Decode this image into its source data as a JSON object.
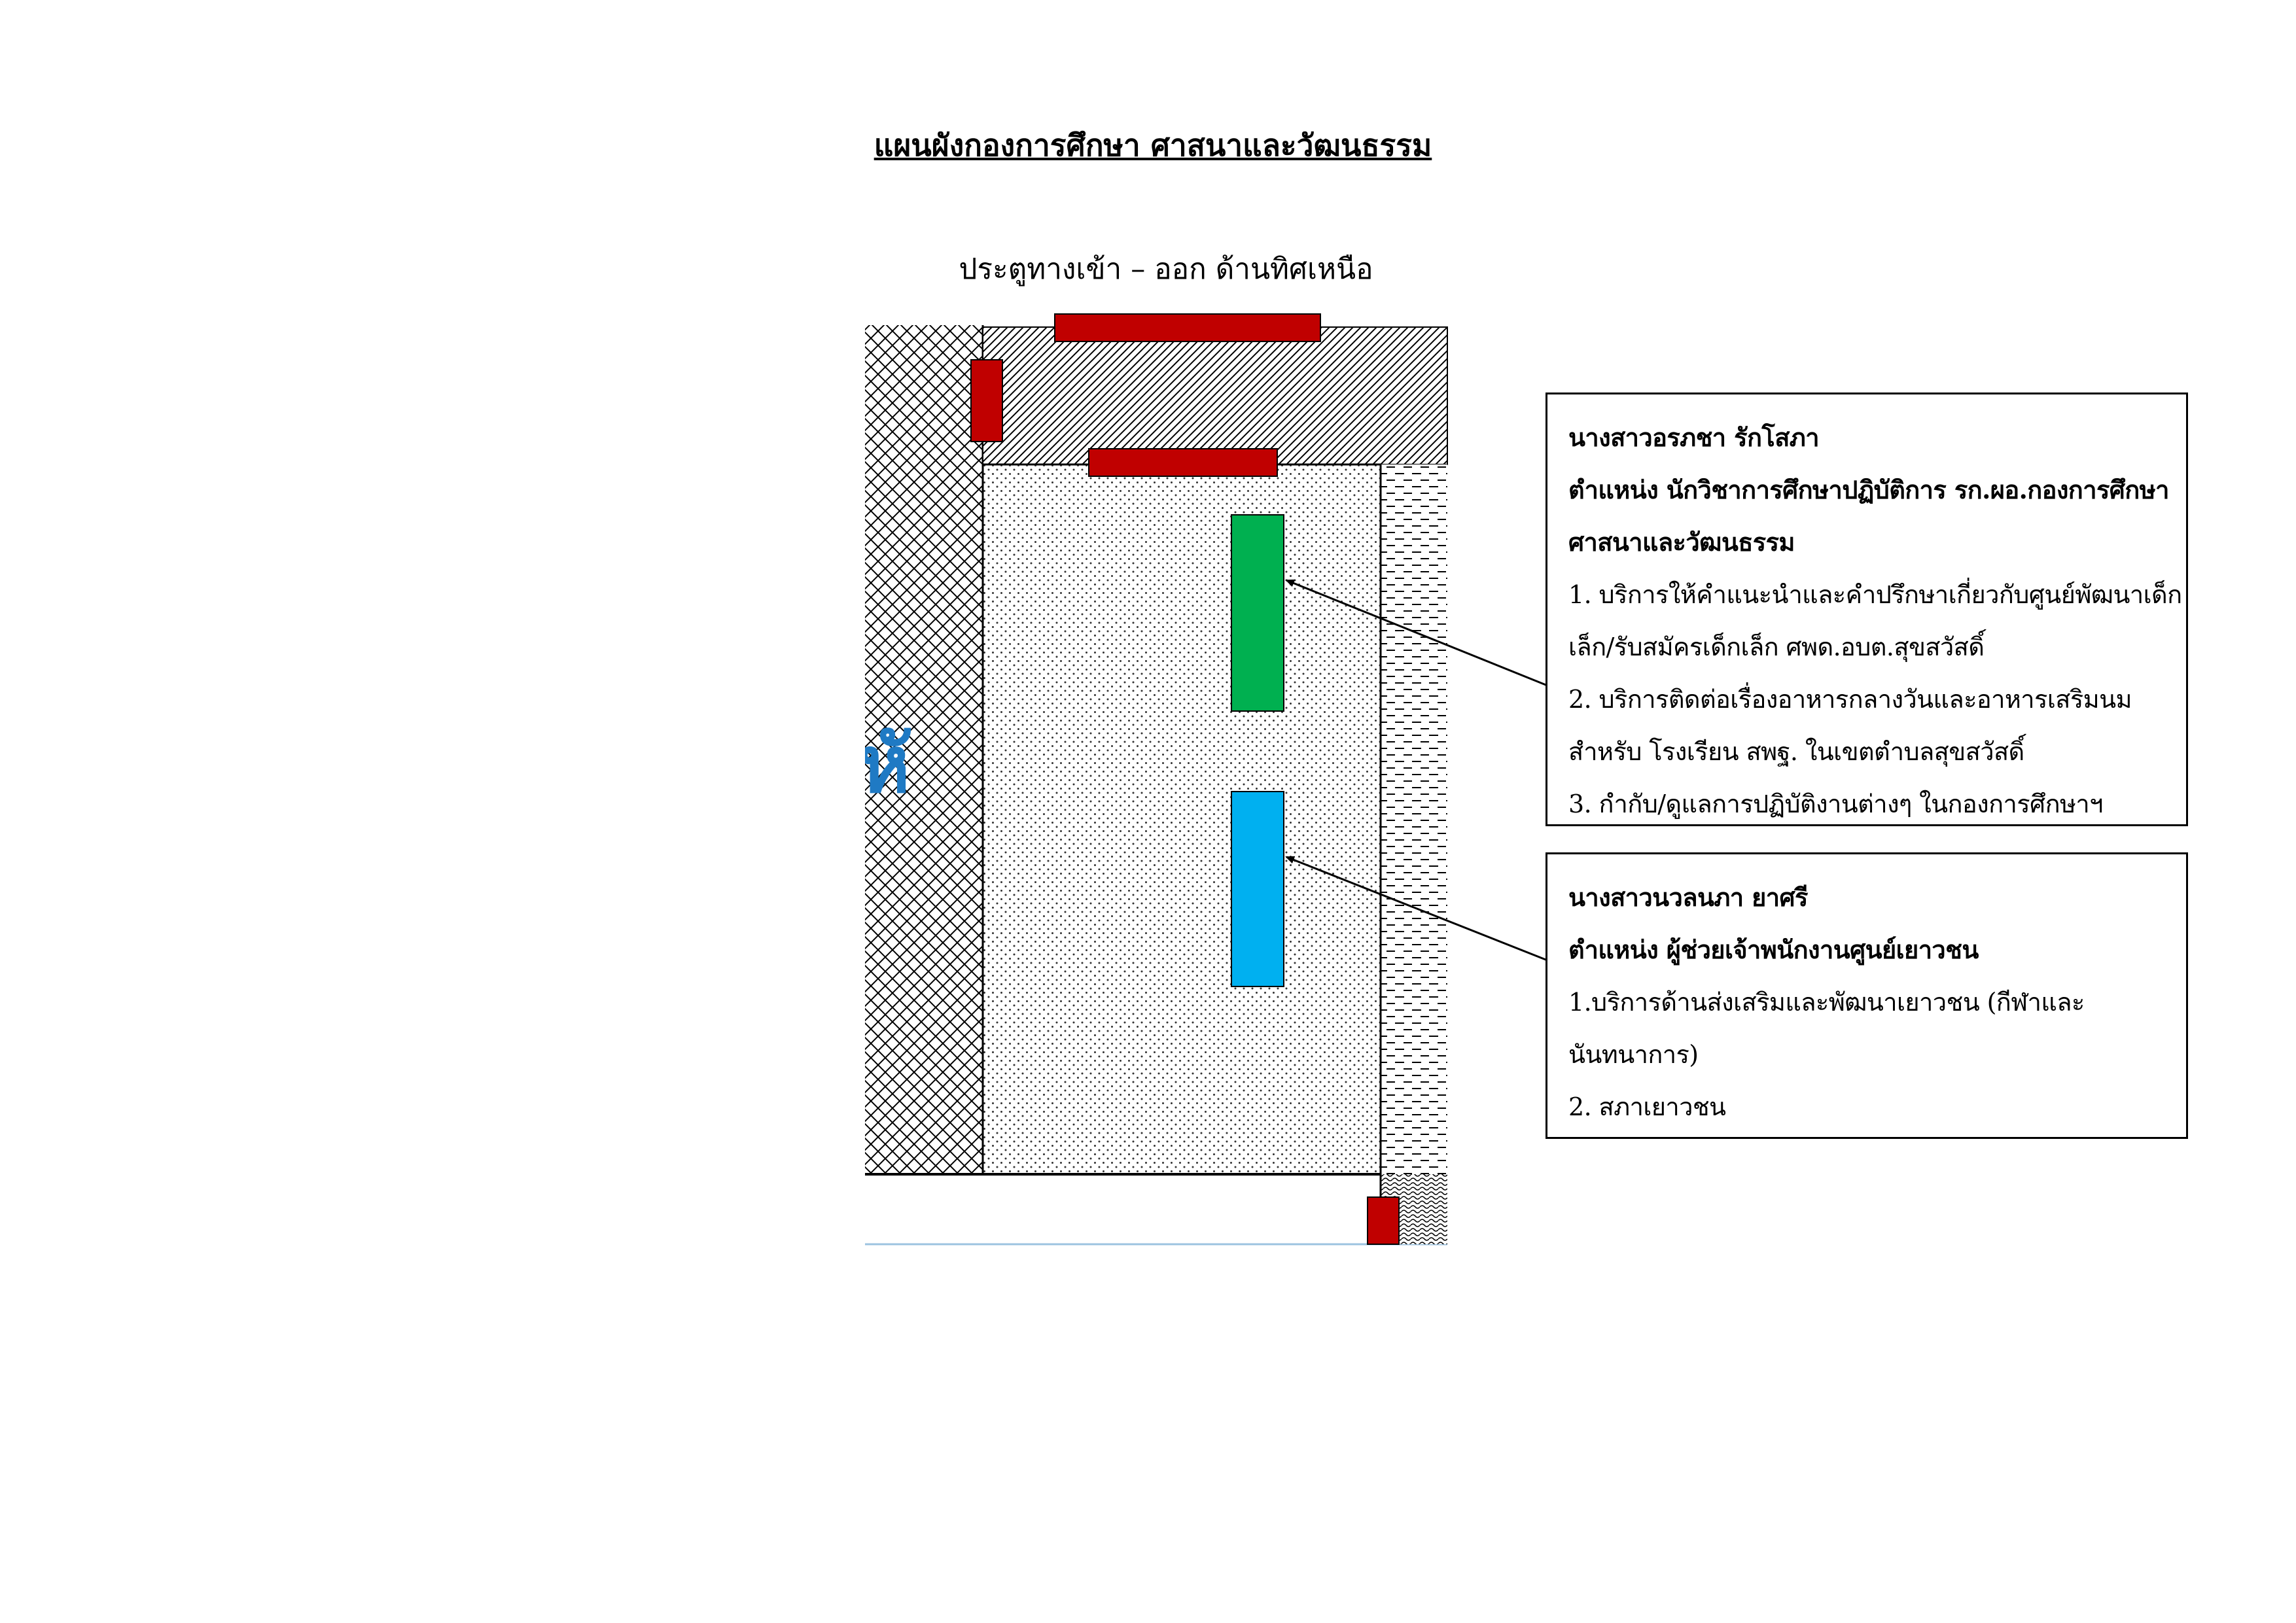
{
  "title": "แผนผังกองการศึกษา ศาสนาและวัฒนธรรม",
  "entrance_label": "ประตูทางเข้า – ออก ด้านทิศเหนือ",
  "side_label": "หั",
  "colors": {
    "door": "#c00000",
    "desk_green": "#00b050",
    "desk_blue": "#00b0f0",
    "side_text": "#1f7ac4"
  },
  "staff": [
    {
      "name": "นางสาวอรภชา  รักโสภา",
      "position_lines": [
        "ตำแหน่ง นักวิชาการศึกษาปฏิบัติการ รก.ผอ.กองการศึกษา",
        "ศาสนาและวัฒนธรรม"
      ],
      "duty_lines": [
        "1. บริการให้คำแนะนำและคำปรึกษาเกี่ยวกับศูนย์พัฒนาเด็ก",
        "เล็ก/รับสมัครเด็กเล็ก ศพด.อบต.สุขสวัสดิ์",
        "2. บริการติดต่อเรื่องอาหารกลางวันและอาหารเสริมนม",
        "สำหรับ โรงเรียน สพฐ. ในเขตตำบลสุขสวัสดิ์",
        "3. กำกับ/ดูแลการปฏิบัติงานต่างๆ ในกองการศึกษาฯ"
      ]
    },
    {
      "name": "นางสาวนวลนภา  ยาศรี",
      "position_lines": [
        "ตำแหน่ง ผู้ช่วยเจ้าพนักงานศูนย์เยาวชน"
      ],
      "duty_lines": [
        "1.บริการด้านส่งเสริมและพัฒนาเยาวชน (กีฬาและ",
        "นันทนาการ)",
        "2. สภาเยาวชน"
      ]
    }
  ]
}
